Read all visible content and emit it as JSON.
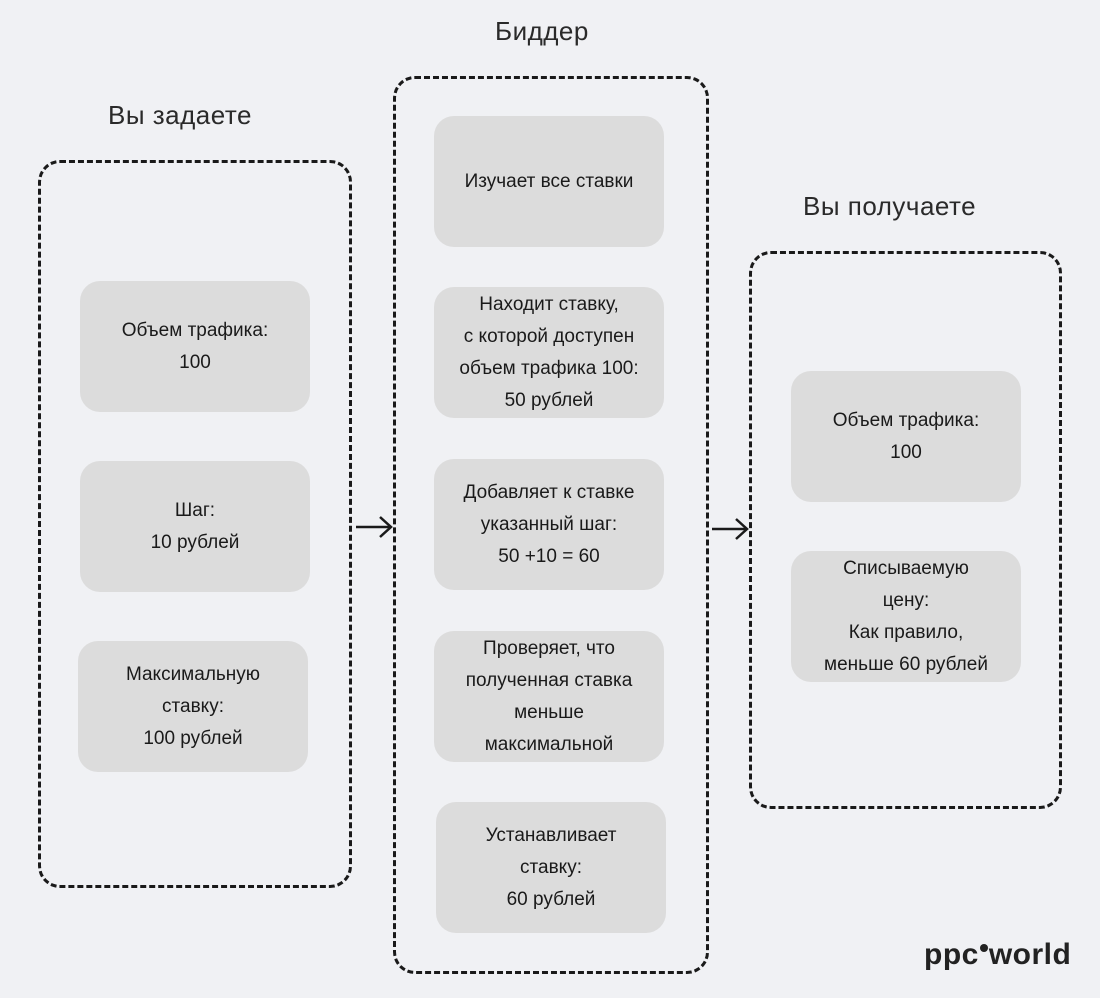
{
  "headings": {
    "input": "Вы задаете",
    "bidder": "Биддер",
    "output": "Вы получаете"
  },
  "input_boxes": [
    {
      "lines": [
        "Объем трафика:",
        "100"
      ]
    },
    {
      "lines": [
        "Шаг:",
        "10 рублей"
      ]
    },
    {
      "lines": [
        "Максимальную",
        "ставку:",
        "100 рублей"
      ]
    }
  ],
  "bidder_boxes": [
    {
      "lines": [
        "Изучает все ставки"
      ]
    },
    {
      "lines": [
        "Находит ставку,",
        "с которой доступен",
        "объем трафика 100:",
        "50 рублей"
      ]
    },
    {
      "lines": [
        "Добавляет к ставке",
        "указанный шаг:",
        "50 +10 = 60"
      ]
    },
    {
      "lines": [
        "Проверяет, что",
        "полученная ставка",
        "меньше",
        "максимальной"
      ]
    },
    {
      "lines": [
        "Устанавливает",
        "ставку:",
        "60 рублей"
      ]
    }
  ],
  "output_boxes": [
    {
      "lines": [
        "Объем трафика:",
        "100"
      ]
    },
    {
      "lines": [
        "Списываемую",
        "цену:",
        "Как правило,",
        "меньше 60 рублей"
      ]
    }
  ],
  "logo": {
    "left": "ppc",
    "right": "world"
  }
}
